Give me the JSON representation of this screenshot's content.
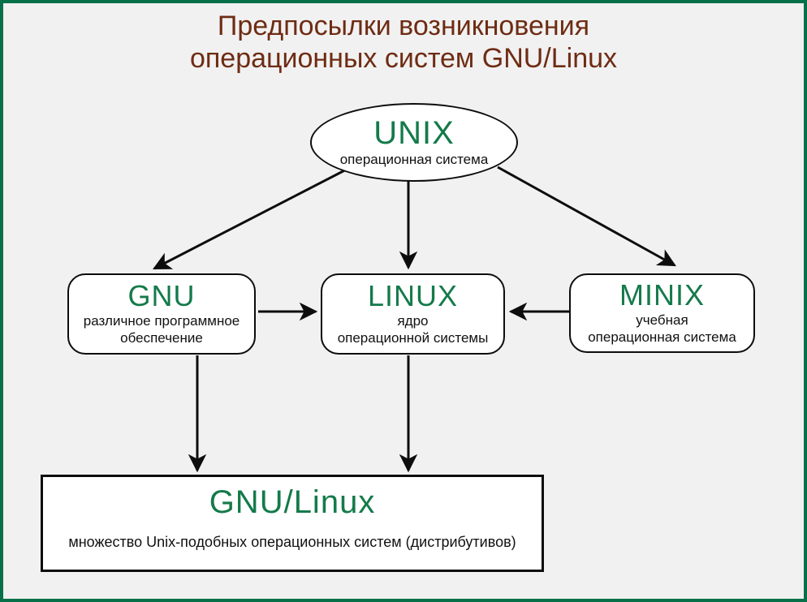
{
  "page": {
    "title_line1": "Предпосылки возникновения",
    "title_line2": "операционных систем GNU/Linux"
  },
  "colors": {
    "background": "#f1f1f1",
    "frame_border_green": "#067048",
    "title_brown": "#6e2c13",
    "accent_green": "#147a4a",
    "node_border_black": "#0d0d0d",
    "node_fill_white": "#ffffff"
  },
  "diagram": {
    "nodes": {
      "unix": {
        "title": "UNIX",
        "subtitle": "операционная система"
      },
      "gnu": {
        "title": "GNU",
        "subtitle_line1": "различное программное",
        "subtitle_line2": "обеспечение"
      },
      "linux": {
        "title": "LINUX",
        "subtitle_line1": "ядро",
        "subtitle_line2": "операционной системы"
      },
      "minix": {
        "title": "MINIX",
        "subtitle_line1": "учебная",
        "subtitle_line2": "операционная система"
      },
      "gnulinux": {
        "title": "GNU/Linux",
        "subtitle": "множество Unix-подобных операционных систем (дистрибутивов)"
      }
    },
    "edges": [
      {
        "from": "UNIX",
        "to": "GNU"
      },
      {
        "from": "UNIX",
        "to": "LINUX"
      },
      {
        "from": "UNIX",
        "to": "MINIX"
      },
      {
        "from": "GNU",
        "to": "LINUX"
      },
      {
        "from": "MINIX",
        "to": "LINUX"
      },
      {
        "from": "GNU",
        "to": "GNU/Linux"
      },
      {
        "from": "LINUX",
        "to": "GNU/Linux"
      }
    ]
  }
}
